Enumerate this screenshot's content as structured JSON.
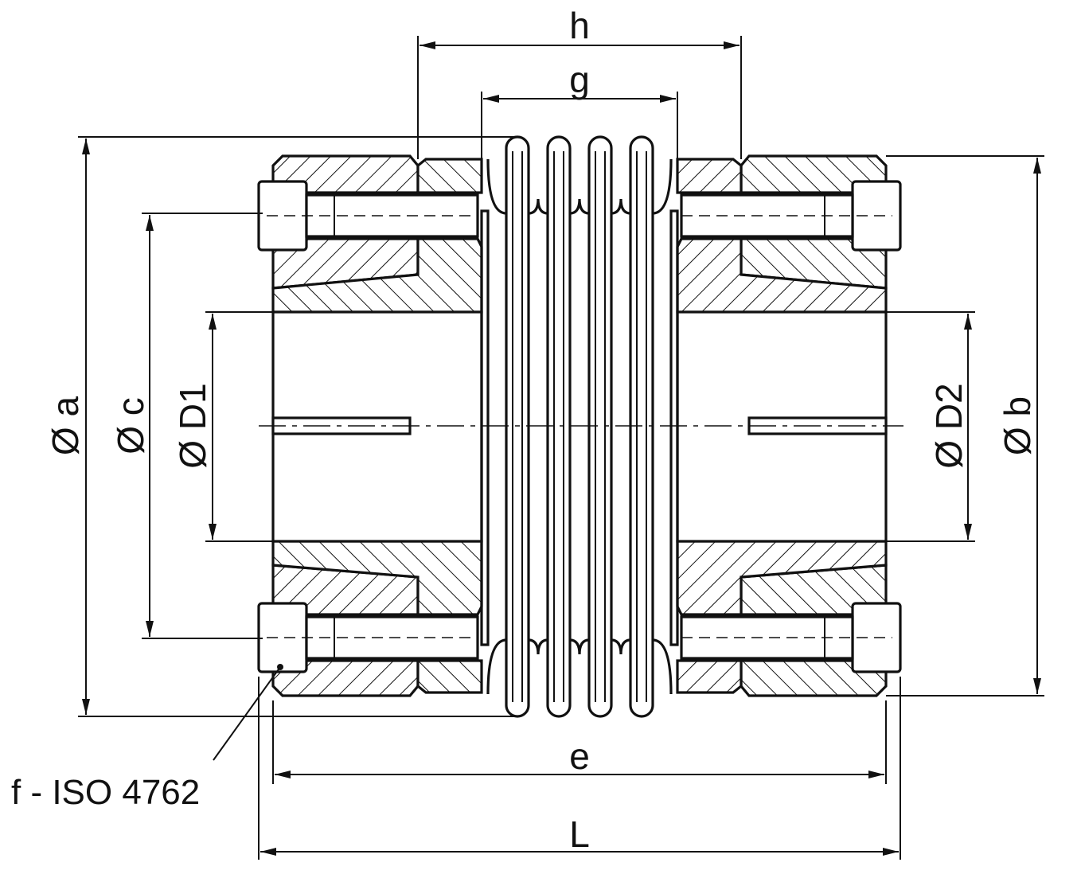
{
  "drawing": {
    "labels": {
      "h": "h",
      "g": "g",
      "a": "Ø a",
      "c": "Ø c",
      "D1": "Ø D1",
      "D2": "Ø D2",
      "b": "Ø b",
      "e": "e",
      "L": "L",
      "screw": "f - ISO 4762"
    },
    "colors": {
      "line": "#111111",
      "background": "#ffffff"
    }
  }
}
